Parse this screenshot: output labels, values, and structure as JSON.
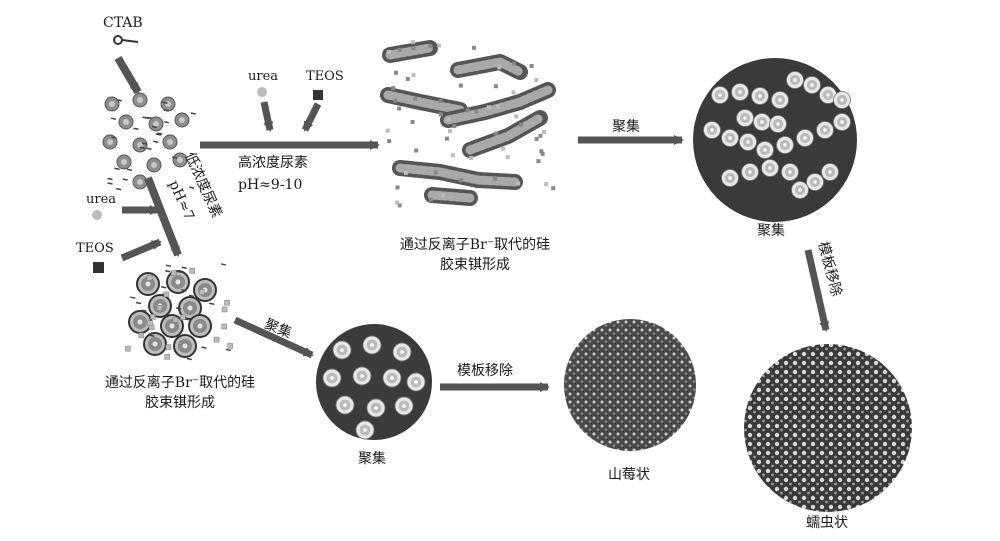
{
  "labels": {
    "ctab": "CTAB",
    "urea_top": "urea",
    "teos_top": "TEOS",
    "urea_left": "urea",
    "teos_left": "TEOS",
    "high_conc": "高浓度尿素",
    "ph_high": "pH≈9-10",
    "low_conc": "低浓度尿素",
    "ph_low": "pH≈7",
    "caption_top_line1": "通过反离子Br⁻取代的硅",
    "caption_top_line2": "胶束𫓹形成",
    "caption_left_line1": "通过反离子Br⁻取代的硅",
    "caption_left_line2": "胶束𫓹形成",
    "agg_arrow_top": "聚集",
    "agg_label_right": "聚集",
    "agg_arrow_low": "聚集",
    "agg_label_bottom": "聚集",
    "template_removal_right": "模板移除",
    "template_removal_bottom": "模板移除",
    "raspberry": "山莓状",
    "wormlike": "蠕虫状"
  },
  "colors": {
    "arrow": "#555555",
    "dark_sphere": "#3a3a3a",
    "micelle": "#8e8e8e",
    "particle_light": "#bdbdbd"
  }
}
